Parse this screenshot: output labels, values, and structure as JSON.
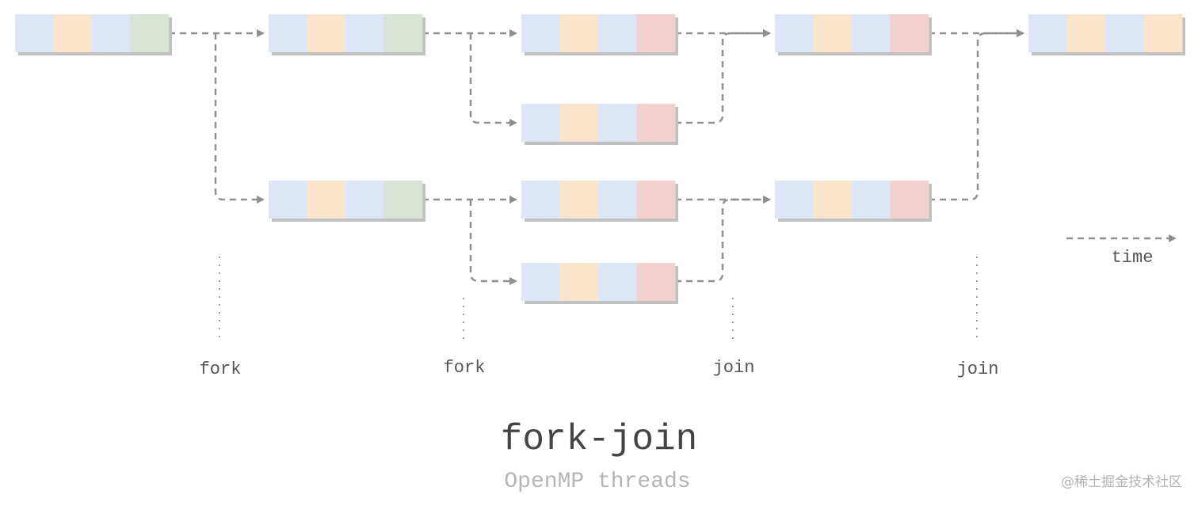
{
  "colors": {
    "blue": "#dde6f6",
    "orange": "#fbe4cc",
    "green": "#d9e3d6",
    "red": "#f3d1d1",
    "shadow": "#c0c0c0",
    "arrow": "#8f8f8f"
  },
  "tasks": [
    {
      "id": "t0",
      "cells": [
        "blue",
        "orange",
        "blue",
        "green"
      ]
    },
    {
      "id": "t1a",
      "cells": [
        "blue",
        "orange",
        "blue",
        "green"
      ]
    },
    {
      "id": "t1b",
      "cells": [
        "blue",
        "orange",
        "blue",
        "green"
      ]
    },
    {
      "id": "t2a",
      "cells": [
        "blue",
        "orange",
        "blue",
        "red"
      ]
    },
    {
      "id": "t2b",
      "cells": [
        "blue",
        "orange",
        "blue",
        "red"
      ]
    },
    {
      "id": "t2c",
      "cells": [
        "blue",
        "orange",
        "blue",
        "red"
      ]
    },
    {
      "id": "t2d",
      "cells": [
        "blue",
        "orange",
        "blue",
        "red"
      ]
    },
    {
      "id": "t3a",
      "cells": [
        "blue",
        "orange",
        "blue",
        "red"
      ]
    },
    {
      "id": "t3b",
      "cells": [
        "blue",
        "orange",
        "blue",
        "red"
      ]
    },
    {
      "id": "t4",
      "cells": [
        "blue",
        "orange",
        "blue",
        "orange"
      ]
    }
  ],
  "stage_labels": [
    "fork",
    "fork",
    "join",
    "join"
  ],
  "legend": {
    "label": "time"
  },
  "title": "fork-join",
  "subtitle": "OpenMP threads",
  "watermark": "@稀土掘金技术社区"
}
